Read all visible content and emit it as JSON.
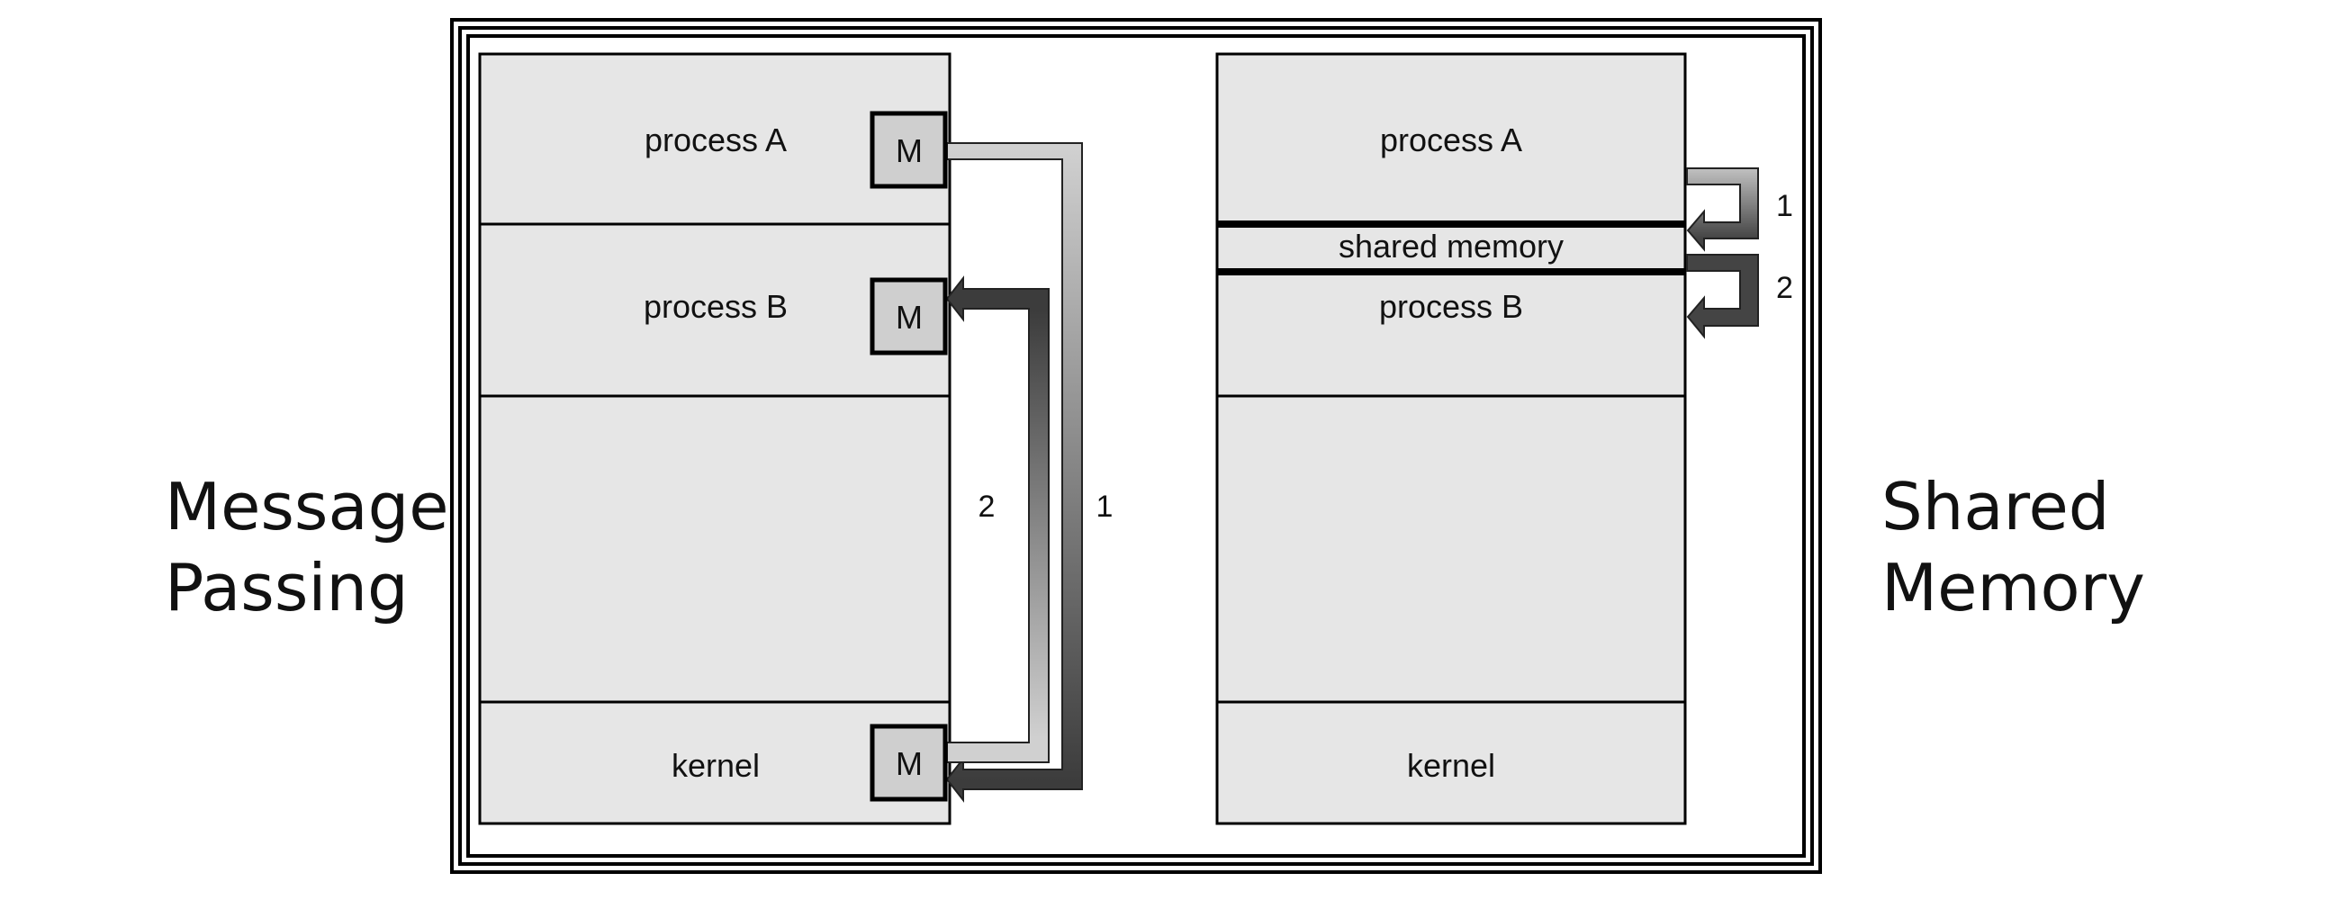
{
  "left_panel": {
    "caption": "Message\nPassing",
    "regions": {
      "process_a": "process A",
      "process_b": "process B",
      "kernel": "kernel"
    },
    "message_box_label": "M",
    "arrow_labels": {
      "first": "1",
      "second": "2"
    }
  },
  "right_panel": {
    "caption": "Shared\nMemory",
    "regions": {
      "process_a": "process A",
      "shared_memory": "shared memory",
      "process_b": "process B",
      "kernel": "kernel"
    },
    "arrow_labels": {
      "first": "1",
      "second": "2"
    }
  },
  "colors": {
    "region_fill": "#e6e6e6",
    "message_box_fill": "#cfcfcf",
    "arrow_light": "#c8c8c8",
    "arrow_dark": "#4a4a4a"
  }
}
